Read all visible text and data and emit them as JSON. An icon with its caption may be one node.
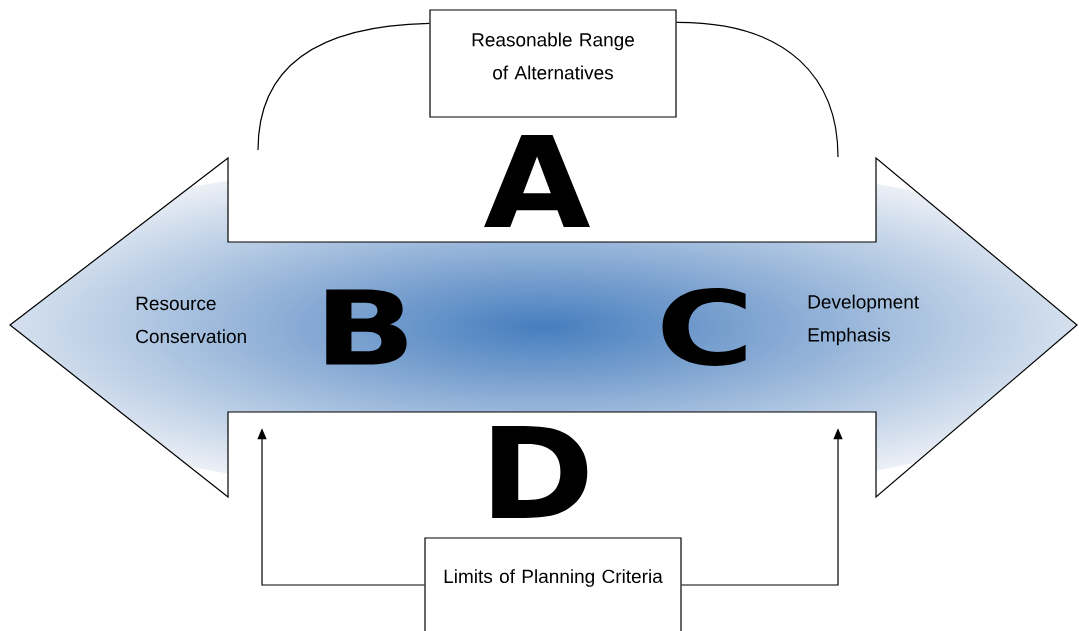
{
  "diagram": {
    "nodes": [
      {
        "text": [
          "Reasonable Range of Alternatives"
        ]
      },
      {
        "text": [
          "Resource Conservation",
          "B",
          "C",
          "Development Emphasis"
        ]
      },
      {
        "text": [
          "Limits of Planning Criteria"
        ]
      }
    ],
    "edges": [
      {
        "from": 0,
        "to": null,
        "arrow": "none"
      },
      {
        "from": 0,
        "to": null,
        "arrow": "none"
      },
      {
        "from": 2,
        "to": 1,
        "arrow": "to"
      },
      {
        "from": 2,
        "to": 1,
        "arrow": "to"
      }
    ],
    "labels": [
      "A",
      "D"
    ]
  }
}
